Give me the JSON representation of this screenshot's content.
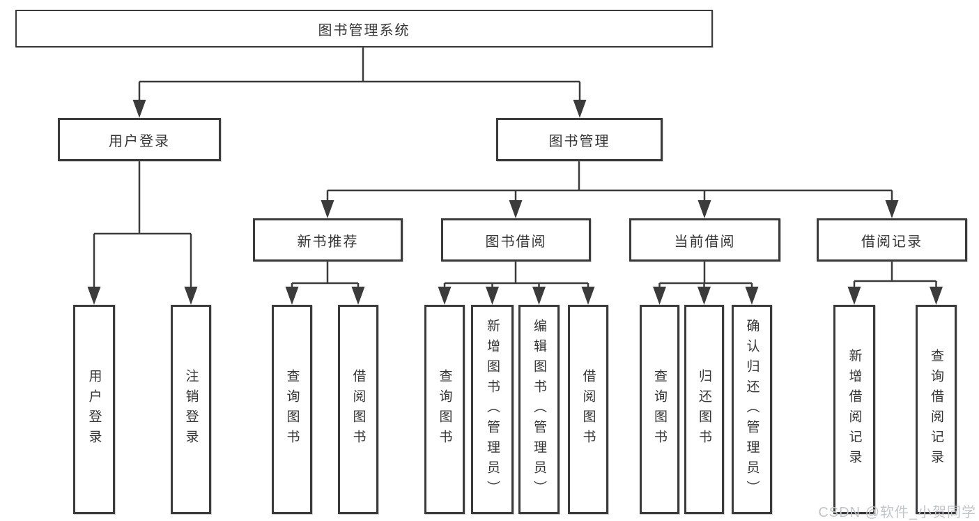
{
  "diagram": {
    "title": "图书管理系统",
    "watermark": "CSDN @软件_小贺同学",
    "colors": {
      "line": "#3b3b3b",
      "text": "#363636",
      "watermark": "#c2c5c9",
      "background": "#ffffff"
    },
    "level2": [
      {
        "label": "用户登录",
        "parent": "图书管理系统"
      },
      {
        "label": "图书管理",
        "parent": "图书管理系统"
      }
    ],
    "level3": [
      {
        "label": "新书推荐",
        "parent": "图书管理"
      },
      {
        "label": "图书借阅",
        "parent": "图书管理"
      },
      {
        "label": "当前借阅",
        "parent": "图书管理"
      },
      {
        "label": "借阅记录",
        "parent": "图书管理"
      }
    ],
    "level4": [
      {
        "label": "用户登录",
        "parent": "用户登录"
      },
      {
        "label": "注销登录",
        "parent": "用户登录"
      },
      {
        "label": "查询图书",
        "parent": "新书推荐"
      },
      {
        "label": "借阅图书",
        "parent": "新书推荐"
      },
      {
        "label": "查询图书",
        "parent": "图书借阅"
      },
      {
        "label": "新增图书（管理员）",
        "parent": "图书借阅"
      },
      {
        "label": "编辑图书（管理员）",
        "parent": "图书借阅"
      },
      {
        "label": "借阅图书",
        "parent": "图书借阅"
      },
      {
        "label": "查询图书",
        "parent": "当前借阅"
      },
      {
        "label": "归还图书",
        "parent": "当前借阅"
      },
      {
        "label": "确认归还（管理员）",
        "parent": "当前借阅"
      },
      {
        "label": "新增借阅记录",
        "parent": "借阅记录"
      },
      {
        "label": "查询借阅记录",
        "parent": "借阅记录"
      }
    ]
  }
}
